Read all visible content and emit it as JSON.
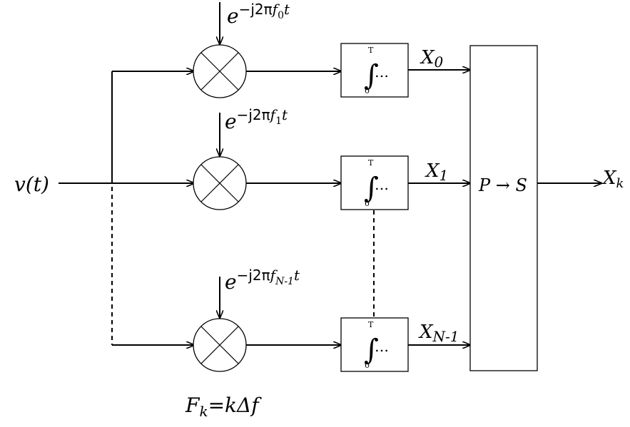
{
  "input": {
    "label": "v(t)"
  },
  "branches": [
    {
      "exp": {
        "base": "e",
        "exponent": "−j2π",
        "f_symbol": "f",
        "f_subscript": "0",
        "t": "t"
      },
      "integrator": {
        "upper_limit": "T",
        "lower_limit": "0",
        "integrand": "…"
      },
      "output": {
        "symbol": "X",
        "subscript": "0"
      }
    },
    {
      "exp": {
        "base": "e",
        "exponent": "−j2π",
        "f_symbol": "f",
        "f_subscript": "1",
        "t": "t"
      },
      "integrator": {
        "upper_limit": "T",
        "lower_limit": "0",
        "integrand": "…"
      },
      "output": {
        "symbol": "X",
        "subscript": "1"
      }
    },
    {
      "exp": {
        "base": "e",
        "exponent": "−j2π",
        "f_symbol": "f",
        "f_subscript": "N-1",
        "t": "t"
      },
      "integrator": {
        "upper_limit": "T",
        "lower_limit": "0",
        "integrand": "…"
      },
      "output": {
        "symbol": "X",
        "subscript": "N-1"
      }
    }
  ],
  "converter": {
    "label": "P → S"
  },
  "final_output": {
    "symbol": "X",
    "subscript": "k"
  },
  "formula": {
    "lhs": "F",
    "lhs_subscript": "k",
    "rhs": "=kΔf"
  },
  "colors": {
    "stroke": "#000000",
    "background": "#ffffff"
  }
}
